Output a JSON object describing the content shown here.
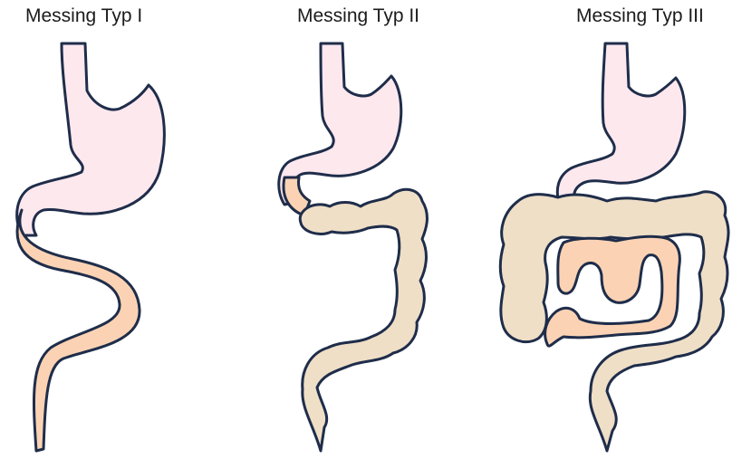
{
  "panels": [
    {
      "title": "Messing Typ I"
    },
    {
      "title": "Messing Typ II"
    },
    {
      "title": "Messing Typ III"
    }
  ],
  "colors": {
    "stomach": "#fde8ee",
    "small_intestine": "#fbd3b4",
    "colon": "#efdfc7",
    "outline": "#1f2d4a"
  }
}
